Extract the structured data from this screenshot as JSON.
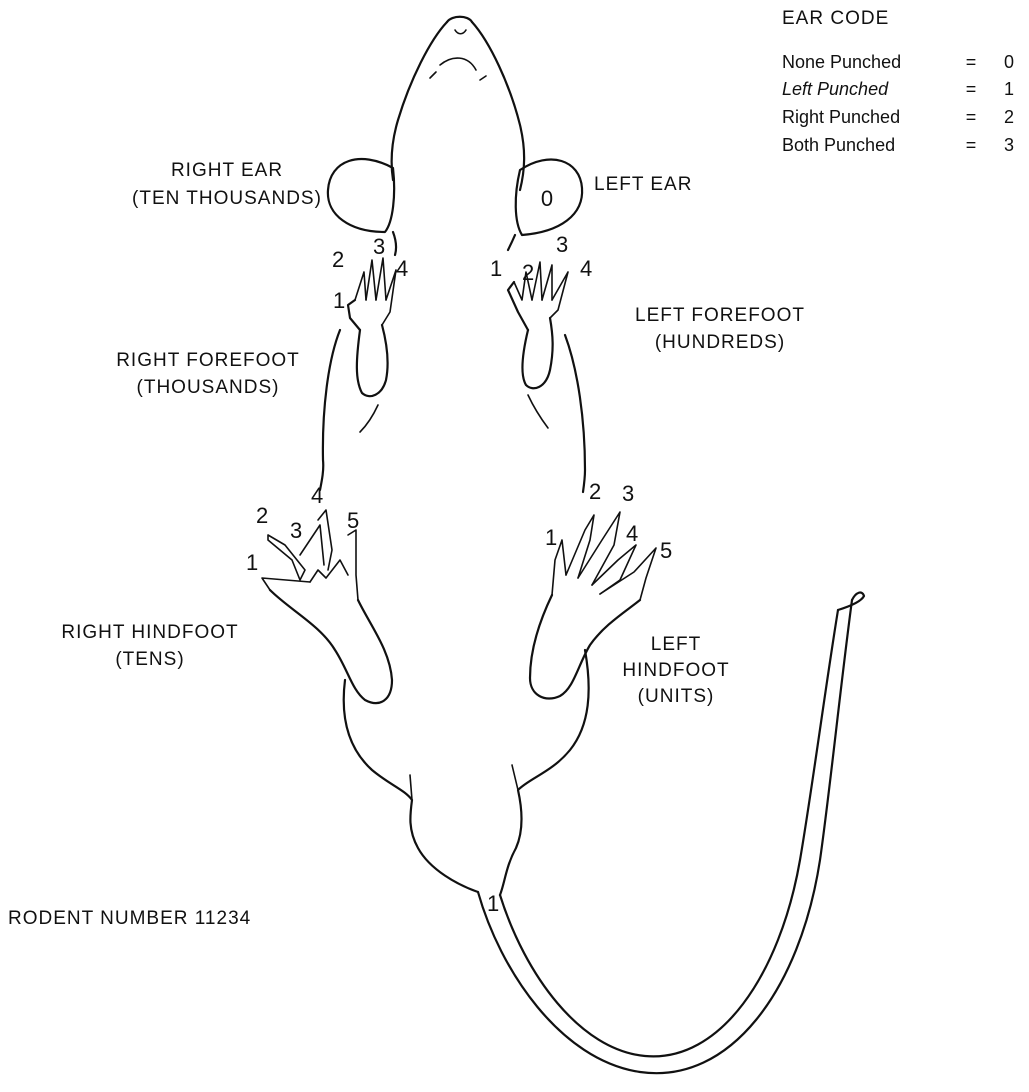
{
  "ear_code": {
    "title": "EAR CODE",
    "rows": [
      {
        "label": "None Punched",
        "eq": "=",
        "value": "0"
      },
      {
        "label": "Left Punched",
        "eq": "=",
        "value": "1"
      },
      {
        "label": "Right Punched",
        "eq": "=",
        "value": "2"
      },
      {
        "label": "Both Punched",
        "eq": "=",
        "value": "3"
      }
    ]
  },
  "labels": {
    "right_ear": [
      "RIGHT EAR",
      "(TEN THOUSANDS)"
    ],
    "left_ear": "LEFT EAR",
    "left_ear_mark": "0",
    "right_forefoot": [
      "RIGHT FOREFOOT",
      "(THOUSANDS)"
    ],
    "left_forefoot": [
      "LEFT FOREFOOT",
      "(HUNDREDS)"
    ],
    "right_hindfoot": [
      "RIGHT HINDFOOT",
      "(TENS)"
    ],
    "left_hindfoot": [
      "LEFT",
      "HINDFOOT",
      "(UNITS)"
    ],
    "rodent_number": "RODENT NUMBER 11234"
  },
  "toe_numbers": {
    "right_forefoot": [
      "1",
      "2",
      "3",
      "4"
    ],
    "left_forefoot": [
      "1",
      "2",
      "3",
      "4"
    ],
    "right_hindfoot": [
      "1",
      "2",
      "3",
      "4",
      "5"
    ],
    "left_hindfoot": [
      "1",
      "2",
      "3",
      "4",
      "5"
    ]
  },
  "tail_mark": "1"
}
